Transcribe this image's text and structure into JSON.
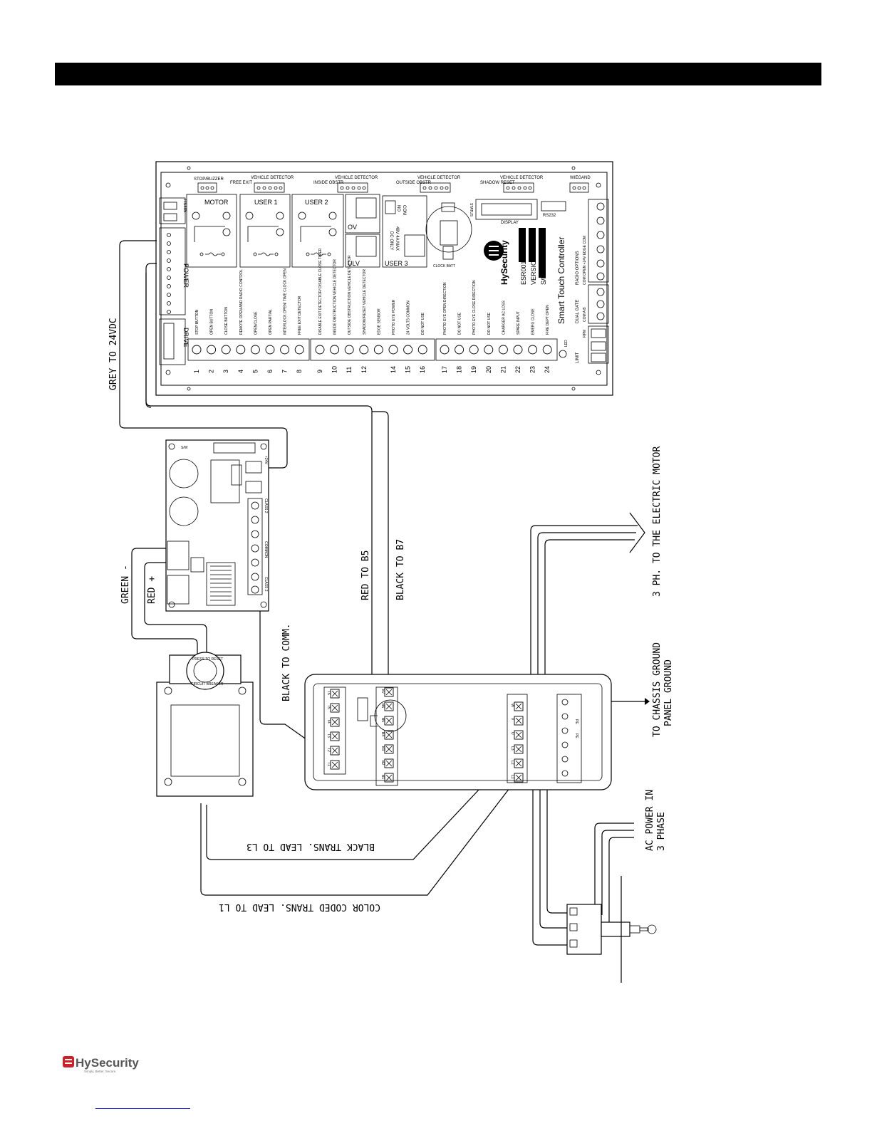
{
  "board": {
    "top_labels": [
      "STOP/BUZZER",
      "FREE EXIT",
      "VEHICLE DETECTOR",
      "INSIDE OBSTR",
      "VEHICLE DETECTOR",
      "OUTSIDE OBSTR",
      "VEHICLE DETECTOR",
      "SHADOW RESET",
      "VEHICLE DETECTOR",
      "WIEGAND"
    ],
    "relays": [
      "MOTOR",
      "USER 1",
      "USER 2"
    ],
    "ov": "OV",
    "ulv": "ULV",
    "user3": "USER 3",
    "dc_only": "DC ONLY",
    "dc_rating": "48V 4A MAX",
    "com": "COM",
    "no": "NO",
    "status": "STATUS",
    "display": "DISPLAY",
    "rs232": "RS232",
    "rs485": "RS485",
    "power": "POWER",
    "drive": "DRIVE",
    "brand": "HySecurity",
    "part": "ESR0017",
    "version": "VERSION",
    "sn": "S/N",
    "product": "Smart Touch Controller",
    "radio_options": "RADIO OPTIONS",
    "radio_pins": "COM  OPEN  +24V  EDGE  COM",
    "dual_gate": "DUAL GATE",
    "dual_pins": "COM  A  B",
    "limit": "LIMIT",
    "rpm": "RPM",
    "led": "LED",
    "clock_batt": "CLOCK BATT",
    "terminals": [
      "STOP BUTTON",
      "OPEN BUTTON",
      "CLOSE BUTTON",
      "REMOTE OPEN AND RADIO CONTROL",
      "OPEN/CLOSE",
      "OPEN PARTIAL",
      "INTERLOCK OPEN/ TIME CLOCK OPEN",
      "FREE EXIT DETECTOR",
      "DISABLE EXIT DETECTOR/ DISABLE CLOSE TIMER",
      "INSIDE OBSTRUCTION VEHICLE DETECTOR",
      "OUTSIDE OBSTRUCTION VEHICLE DETECTOR",
      "SHADOW/RESET VEHICLE DETECTOR",
      "EDGE SENSOR",
      "PHOTO EYE POWER",
      "24 VOLTS COMMON",
      "DO NOT USE",
      "PHOTO EYE OPEN DIRECTION",
      "DO NOT USE",
      "PHOTO EYE CLOSE DIRECTION",
      "DO NOT USE",
      "CHARGER AC LOSS",
      "SPARE INPUT",
      "EMERG CLOSE",
      "FIRE DEPT OPEN"
    ],
    "terminal_numbers": [
      "1",
      "2",
      "3",
      "4",
      "5",
      "6",
      "7",
      "8",
      "9",
      "10",
      "11",
      "12",
      "14",
      "15",
      "16",
      "17",
      "18",
      "19",
      "20",
      "21",
      "22",
      "23",
      "24"
    ]
  },
  "wire_labels": {
    "grey": "GREY TO 24VDC",
    "green": "GREEN -",
    "red": "RED +",
    "red_b5": "RED TO B5",
    "black_b7": "BLACK TO B7",
    "black_comm": "BLACK TO COMM.",
    "motor": "3 PH. TO THE ELECTRIC MOTOR",
    "chassis": "TO CHASSIS GROUND",
    "panel": "PANEL GROUND",
    "ac_power": "AC POWER IN",
    "phase": "3 PHASE",
    "black_l3": "BLACK TRANS. LEAD TO L3",
    "color_l1": "COLOR CODED TRANS. LEAD TO L1"
  },
  "vfd": {
    "t_terminals": [
      "T1",
      "T2",
      "T3",
      "T4",
      "T5",
      "T6"
    ],
    "b_terminals": [
      "B1",
      "B2",
      "B3",
      "B4",
      "B5",
      "B6",
      "B7"
    ],
    "power_terminals": [
      "L1",
      "L2",
      "L3",
      "U",
      "V",
      "W"
    ],
    "pe": "PE"
  },
  "transformer": {
    "breaker": "PRESS TO RESET",
    "breaker_sub": "CIRCUIT BREAKER"
  },
  "power_supply": {
    "labels": [
      "S/W",
      "+24V",
      "CLASS 2",
      "COMMON",
      "CLASS 2"
    ]
  },
  "footer": {
    "brand": "HySecurity",
    "tagline": "Simply. Better. Secure."
  },
  "colors": {
    "header": "#000000",
    "logo_red": "#d01f25",
    "logo_gray": "#555555",
    "link": "#1a1ae6"
  }
}
